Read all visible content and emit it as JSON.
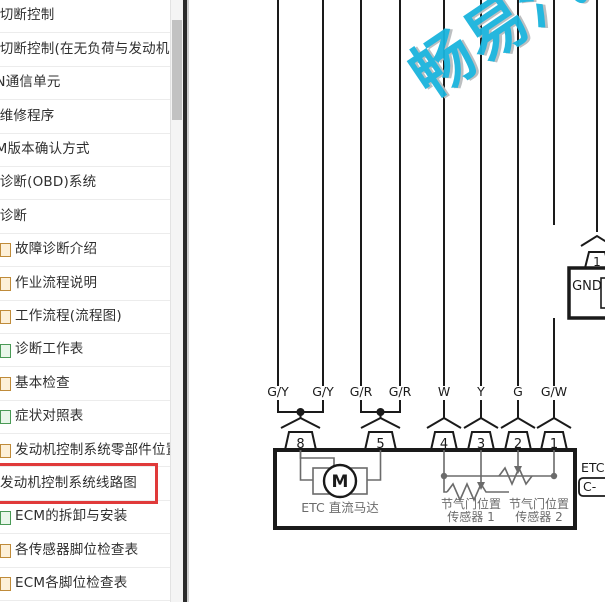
{
  "sidebar": {
    "items": [
      {
        "label": "响切断控制",
        "icon": "none",
        "indent": 0
      },
      {
        "label": "油切断控制(在无负荷与发动机",
        "icon": "none",
        "indent": 0
      },
      {
        "label": "AN通信单元",
        "icon": "none",
        "indent": 0
      },
      {
        "label": "本维修程序",
        "icon": "none",
        "indent": 0
      },
      {
        "label": "CM版本确认方式",
        "icon": "none",
        "indent": 0
      },
      {
        "label": "载诊断(OBD)系统",
        "icon": "none",
        "indent": 0
      },
      {
        "label": "障诊断",
        "icon": "none",
        "indent": 0
      },
      {
        "label": "故障诊断介绍",
        "icon": "doc-orange",
        "indent": 1
      },
      {
        "label": "作业流程说明",
        "icon": "doc-orange",
        "indent": 1
      },
      {
        "label": "工作流程(流程图)",
        "icon": "doc-orange",
        "indent": 1
      },
      {
        "label": "诊断工作表",
        "icon": "doc-green",
        "indent": 1
      },
      {
        "label": "基本检查",
        "icon": "doc-orange",
        "indent": 1
      },
      {
        "label": "症状对照表",
        "icon": "doc-green",
        "indent": 1
      },
      {
        "label": "发动机控制系统零部件位置图",
        "icon": "doc-orange",
        "indent": 1
      },
      {
        "label": "发动机控制系统线路图",
        "icon": "none",
        "indent": 1
      },
      {
        "label": "ECM的拆卸与安装",
        "icon": "doc-green",
        "indent": 1
      },
      {
        "label": "各传感器脚位检查表",
        "icon": "doc-orange",
        "indent": 1
      },
      {
        "label": "ECM各脚位检查表",
        "icon": "doc-orange",
        "indent": 1
      }
    ],
    "selected_index": 14,
    "selection_color": "#e03a3a",
    "scrollbar": {
      "thumb_color": "#c2c2c2",
      "track_color": "#f4f4f4"
    }
  },
  "main": {
    "watermark": "畅易汽",
    "watermark_color": "#1ab4dd",
    "diagram": {
      "title": "发动机控制系统线路图",
      "etc_motor_label": "ETC 直流马达",
      "sensor1_label_line1": "节气门位置",
      "sensor1_label_line2": "传感器 1",
      "sensor2_label_line1": "节气门位置",
      "sensor2_label_line2": "传感器 2",
      "gnd_label": "GND",
      "etc_connector_label": "ETC",
      "etc_connector_code": "C-",
      "top_pin_label": "1",
      "pins": [
        {
          "number": "8",
          "wire": "G/Y"
        },
        {
          "number": "5",
          "wire": "G/R"
        },
        {
          "number": "4",
          "wire": "W"
        },
        {
          "number": "3",
          "wire": "Y"
        },
        {
          "number": "2",
          "wire": "G"
        },
        {
          "number": "1",
          "wire": "G/W"
        }
      ],
      "wire_labels_row": [
        "G/Y",
        "G/Y",
        "G/R",
        "G/R",
        "W",
        "Y",
        "G",
        "G/W"
      ],
      "motor_symbol": "M"
    }
  }
}
